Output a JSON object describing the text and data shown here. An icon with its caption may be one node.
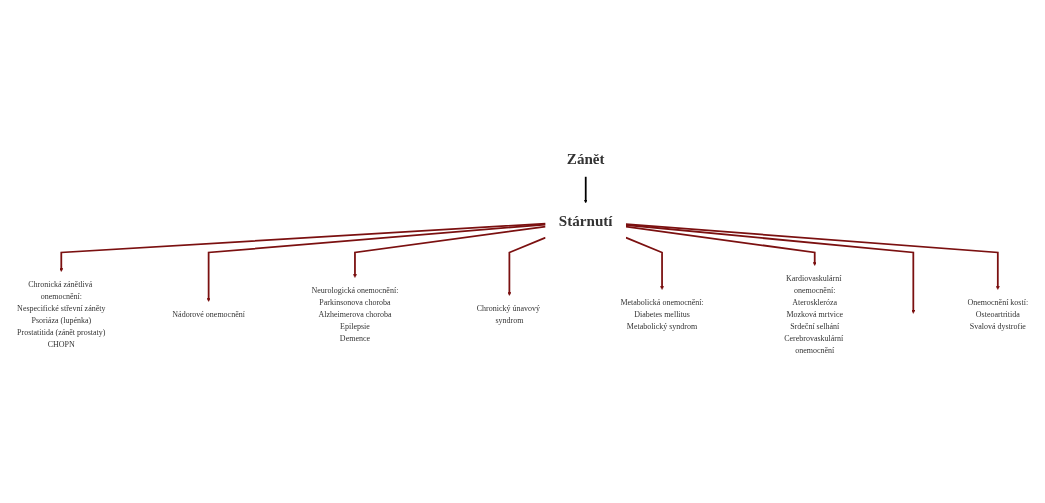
{
  "diagram": {
    "nodes": [
      {
        "text": [
          "Zánět"
        ]
      },
      {
        "text": [
          "Stárnutí"
        ]
      },
      {
        "text": [
          "Chronická zánětlivá onemocnění:",
          "Nespecifické střevní záněty",
          "Psoriáza (lupénka)",
          "Prostatitida (zánět prostaty)",
          "CHOPN"
        ]
      },
      {
        "text": [
          "Nádorové onemocnění"
        ]
      },
      {
        "text": [
          "Neurologická onemocnění:",
          "Parkinsonova choroba",
          "Alzheimerova choroba",
          "Epilepsie",
          "Demence"
        ]
      },
      {
        "text": [
          "Chronický únavový syndrom"
        ]
      },
      {
        "text": [
          "Metabolická onemocnění:",
          "Diabetes mellitus",
          "Metabolický syndrom"
        ]
      },
      {
        "text": [
          "Kardiovaskulární onemocnění:",
          "Ateroskleróza",
          "Mozková mrtvice",
          "Srdeční selhání",
          "Cerebrovaskulární onemocnění"
        ]
      },
      {
        "text": [
          "Onemocnění kostí:",
          "Osteoartritida",
          "Svalová dystrofie"
        ]
      }
    ],
    "edges": [
      {
        "from": 0,
        "to": 1,
        "arrow": "to",
        "color": "#000000"
      },
      {
        "from": 1,
        "to": 2,
        "arrow": "to"
      },
      {
        "from": 1,
        "to": 3,
        "arrow": "to"
      },
      {
        "from": 1,
        "to": 4,
        "arrow": "to"
      },
      {
        "from": 1,
        "to": 5,
        "arrow": "to"
      },
      {
        "from": 1,
        "to": 6,
        "arrow": "to"
      },
      {
        "from": 1,
        "to": 7,
        "arrow": "to"
      },
      {
        "from": 1,
        "to": null,
        "arrow": "to"
      },
      {
        "from": 1,
        "to": 8,
        "arrow": "to"
      }
    ]
  }
}
